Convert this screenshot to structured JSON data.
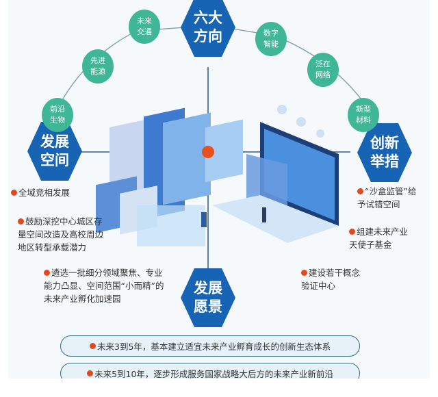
{
  "hexagons": {
    "top": [
      "六大",
      "方向"
    ],
    "left": [
      "发展",
      "空间"
    ],
    "right": [
      "创新",
      "举措"
    ],
    "bottom": [
      "发展",
      "愿景"
    ]
  },
  "directions": [
    {
      "l1": "未来",
      "l2": "交通"
    },
    {
      "l1": "先进",
      "l2": "能源"
    },
    {
      "l1": "前沿",
      "l2": "生物"
    },
    {
      "l1": "数字",
      "l2": "智能"
    },
    {
      "l1": "泛在",
      "l2": "网络"
    },
    {
      "l1": "新型",
      "l2": "材料"
    }
  ],
  "space_items": [
    "全域竞相发展",
    "鼓励深挖中心城区存",
    "量空间改造及高校周边",
    "地区转型承载潜力",
    "遴选一批细分领域聚焦、专业",
    "能力凸显、空间范围“小而精”的",
    "未来产业孵化加速园"
  ],
  "innovation_items": [
    "“沙盒监管”给",
    "予试错空间",
    "组建未来产业",
    "天使子基金",
    "建设若干概念",
    "验证中心"
  ],
  "vision_items": [
    "未来3到5年，基本建立适宜未来产业孵育成长的创新生态体系",
    "未来5到10年，逐步形成服务国家战略大后方的未来产业新前沿"
  ],
  "colors": {
    "hex": "#1764b5",
    "circle": "#3fb796",
    "dot": "#e04a1e"
  }
}
